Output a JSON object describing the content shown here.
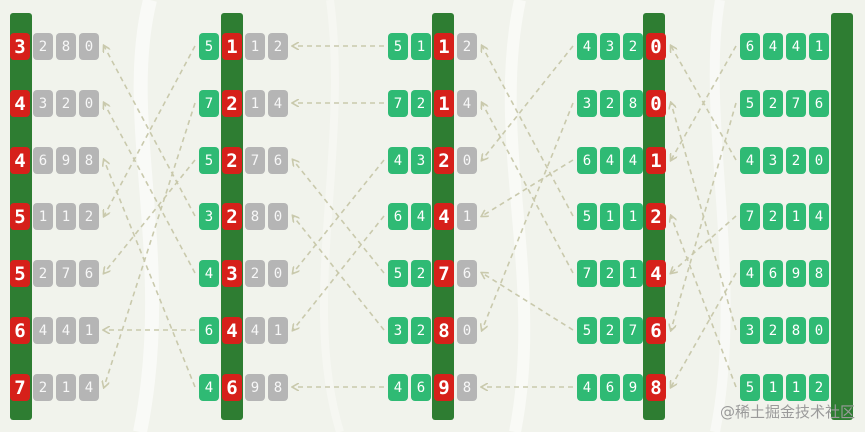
{
  "watermark": "@稀土掘金技术社区",
  "colors": {
    "gray": "#b5b5b5",
    "green": "#2fba74",
    "red": "#d6201a",
    "bar": "#2e7d32",
    "arrow": "#c9c9ac"
  },
  "columns": [
    {
      "active": 0,
      "rows": [
        {
          "d": [
            "3",
            "2",
            "8",
            "0"
          ],
          "c": [
            "r",
            "g",
            "g",
            "g"
          ]
        },
        {
          "d": [
            "4",
            "3",
            "2",
            "0"
          ],
          "c": [
            "r",
            "g",
            "g",
            "g"
          ]
        },
        {
          "d": [
            "4",
            "6",
            "9",
            "8"
          ],
          "c": [
            "r",
            "g",
            "g",
            "g"
          ]
        },
        {
          "d": [
            "5",
            "1",
            "1",
            "2"
          ],
          "c": [
            "r",
            "g",
            "g",
            "g"
          ]
        },
        {
          "d": [
            "5",
            "2",
            "7",
            "6"
          ],
          "c": [
            "r",
            "g",
            "g",
            "g"
          ]
        },
        {
          "d": [
            "6",
            "4",
            "4",
            "1"
          ],
          "c": [
            "r",
            "g",
            "g",
            "g"
          ]
        },
        {
          "d": [
            "7",
            "2",
            "1",
            "4"
          ],
          "c": [
            "r",
            "g",
            "g",
            "g"
          ]
        }
      ]
    },
    {
      "active": 1,
      "rows": [
        {
          "d": [
            "5",
            "1",
            "1",
            "2"
          ],
          "c": [
            "G",
            "r",
            "g",
            "g"
          ]
        },
        {
          "d": [
            "7",
            "2",
            "1",
            "4"
          ],
          "c": [
            "G",
            "r",
            "g",
            "g"
          ]
        },
        {
          "d": [
            "5",
            "2",
            "7",
            "6"
          ],
          "c": [
            "G",
            "r",
            "g",
            "g"
          ]
        },
        {
          "d": [
            "3",
            "2",
            "8",
            "0"
          ],
          "c": [
            "G",
            "r",
            "g",
            "g"
          ]
        },
        {
          "d": [
            "4",
            "3",
            "2",
            "0"
          ],
          "c": [
            "G",
            "r",
            "g",
            "g"
          ]
        },
        {
          "d": [
            "6",
            "4",
            "4",
            "1"
          ],
          "c": [
            "G",
            "r",
            "g",
            "g"
          ]
        },
        {
          "d": [
            "4",
            "6",
            "9",
            "8"
          ],
          "c": [
            "G",
            "r",
            "g",
            "g"
          ]
        }
      ]
    },
    {
      "active": 2,
      "rows": [
        {
          "d": [
            "5",
            "1",
            "1",
            "2"
          ],
          "c": [
            "G",
            "G",
            "r",
            "g"
          ]
        },
        {
          "d": [
            "7",
            "2",
            "1",
            "4"
          ],
          "c": [
            "G",
            "G",
            "r",
            "g"
          ]
        },
        {
          "d": [
            "4",
            "3",
            "2",
            "0"
          ],
          "c": [
            "G",
            "G",
            "r",
            "g"
          ]
        },
        {
          "d": [
            "6",
            "4",
            "4",
            "1"
          ],
          "c": [
            "G",
            "G",
            "r",
            "g"
          ]
        },
        {
          "d": [
            "5",
            "2",
            "7",
            "6"
          ],
          "c": [
            "G",
            "G",
            "r",
            "g"
          ]
        },
        {
          "d": [
            "3",
            "2",
            "8",
            "0"
          ],
          "c": [
            "G",
            "G",
            "r",
            "g"
          ]
        },
        {
          "d": [
            "4",
            "6",
            "9",
            "8"
          ],
          "c": [
            "G",
            "G",
            "r",
            "g"
          ]
        }
      ]
    },
    {
      "active": 3,
      "rows": [
        {
          "d": [
            "4",
            "3",
            "2",
            "0"
          ],
          "c": [
            "G",
            "G",
            "G",
            "r"
          ]
        },
        {
          "d": [
            "3",
            "2",
            "8",
            "0"
          ],
          "c": [
            "G",
            "G",
            "G",
            "r"
          ]
        },
        {
          "d": [
            "6",
            "4",
            "4",
            "1"
          ],
          "c": [
            "G",
            "G",
            "G",
            "r"
          ]
        },
        {
          "d": [
            "5",
            "1",
            "1",
            "2"
          ],
          "c": [
            "G",
            "G",
            "G",
            "r"
          ]
        },
        {
          "d": [
            "7",
            "2",
            "1",
            "4"
          ],
          "c": [
            "G",
            "G",
            "G",
            "r"
          ]
        },
        {
          "d": [
            "5",
            "2",
            "7",
            "6"
          ],
          "c": [
            "G",
            "G",
            "G",
            "r"
          ]
        },
        {
          "d": [
            "4",
            "6",
            "9",
            "8"
          ],
          "c": [
            "G",
            "G",
            "G",
            "r"
          ]
        }
      ]
    },
    {
      "active": 4,
      "rows": [
        {
          "d": [
            "6",
            "4",
            "4",
            "1"
          ],
          "c": [
            "G",
            "G",
            "G",
            "G"
          ]
        },
        {
          "d": [
            "5",
            "2",
            "7",
            "6"
          ],
          "c": [
            "G",
            "G",
            "G",
            "G"
          ]
        },
        {
          "d": [
            "4",
            "3",
            "2",
            "0"
          ],
          "c": [
            "G",
            "G",
            "G",
            "G"
          ]
        },
        {
          "d": [
            "7",
            "2",
            "1",
            "4"
          ],
          "c": [
            "G",
            "G",
            "G",
            "G"
          ]
        },
        {
          "d": [
            "4",
            "6",
            "9",
            "8"
          ],
          "c": [
            "G",
            "G",
            "G",
            "G"
          ]
        },
        {
          "d": [
            "3",
            "2",
            "8",
            "0"
          ],
          "c": [
            "G",
            "G",
            "G",
            "G"
          ]
        },
        {
          "d": [
            "5",
            "1",
            "1",
            "2"
          ],
          "c": [
            "G",
            "G",
            "G",
            "G"
          ]
        }
      ]
    }
  ],
  "arrows": [
    {
      "from": [
        1,
        0
      ],
      "to": [
        0,
        3
      ],
      "side": "L"
    },
    {
      "from": [
        1,
        1
      ],
      "to": [
        0,
        6
      ],
      "side": "L"
    },
    {
      "from": [
        1,
        2
      ],
      "to": [
        0,
        4
      ],
      "side": "L"
    },
    {
      "from": [
        1,
        3
      ],
      "to": [
        0,
        0
      ],
      "side": "L"
    },
    {
      "from": [
        1,
        4
      ],
      "to": [
        0,
        1
      ],
      "side": "L"
    },
    {
      "from": [
        1,
        5
      ],
      "to": [
        0,
        5
      ],
      "side": "L"
    },
    {
      "from": [
        1,
        6
      ],
      "to": [
        0,
        2
      ],
      "side": "L"
    },
    {
      "from": [
        2,
        0
      ],
      "to": [
        1,
        0
      ],
      "side": "L"
    },
    {
      "from": [
        2,
        1
      ],
      "to": [
        1,
        1
      ],
      "side": "L"
    },
    {
      "from": [
        2,
        2
      ],
      "to": [
        1,
        4
      ],
      "side": "L"
    },
    {
      "from": [
        2,
        3
      ],
      "to": [
        1,
        5
      ],
      "side": "L"
    },
    {
      "from": [
        2,
        4
      ],
      "to": [
        1,
        2
      ],
      "side": "L"
    },
    {
      "from": [
        2,
        5
      ],
      "to": [
        1,
        3
      ],
      "side": "L"
    },
    {
      "from": [
        2,
        6
      ],
      "to": [
        1,
        6
      ],
      "side": "L"
    },
    {
      "from": [
        3,
        0
      ],
      "to": [
        2,
        2
      ],
      "side": "L"
    },
    {
      "from": [
        3,
        1
      ],
      "to": [
        2,
        5
      ],
      "side": "L"
    },
    {
      "from": [
        3,
        2
      ],
      "to": [
        2,
        3
      ],
      "side": "L"
    },
    {
      "from": [
        3,
        3
      ],
      "to": [
        2,
        0
      ],
      "side": "L"
    },
    {
      "from": [
        3,
        4
      ],
      "to": [
        2,
        1
      ],
      "side": "L"
    },
    {
      "from": [
        3,
        5
      ],
      "to": [
        2,
        4
      ],
      "side": "L"
    },
    {
      "from": [
        3,
        6
      ],
      "to": [
        2,
        6
      ],
      "side": "L"
    },
    {
      "from": [
        4,
        0
      ],
      "to": [
        3,
        2
      ],
      "side": "L"
    },
    {
      "from": [
        4,
        1
      ],
      "to": [
        3,
        5
      ],
      "side": "L"
    },
    {
      "from": [
        4,
        2
      ],
      "to": [
        3,
        0
      ],
      "side": "L"
    },
    {
      "from": [
        4,
        3
      ],
      "to": [
        3,
        4
      ],
      "side": "L"
    },
    {
      "from": [
        4,
        4
      ],
      "to": [
        3,
        6
      ],
      "side": "L"
    },
    {
      "from": [
        4,
        5
      ],
      "to": [
        3,
        1
      ],
      "side": "L"
    },
    {
      "from": [
        4,
        6
      ],
      "to": [
        3,
        3
      ],
      "side": "L"
    }
  ]
}
